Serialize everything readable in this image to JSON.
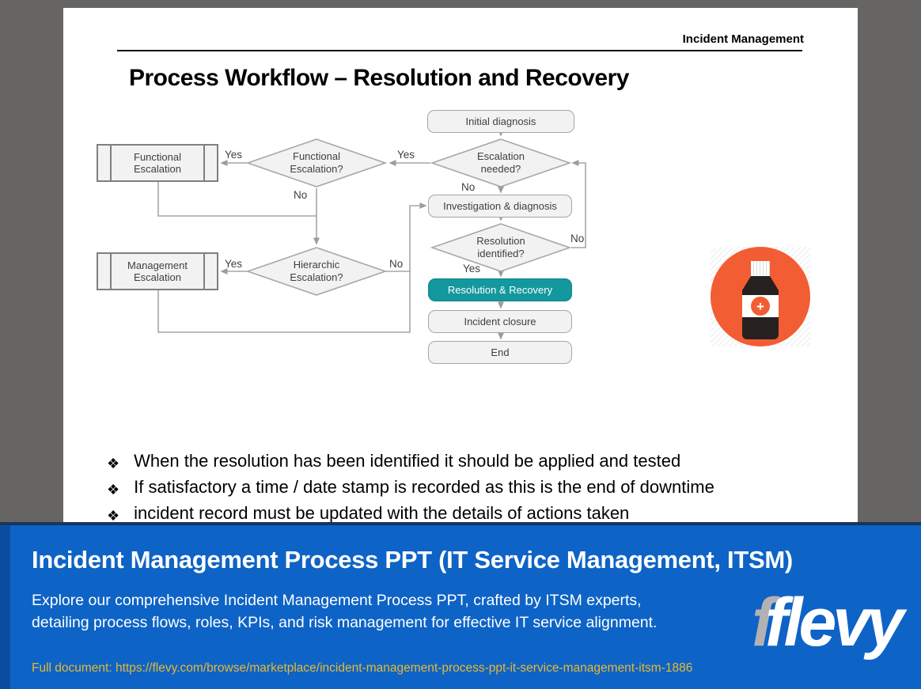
{
  "slide": {
    "header": "Incident Management",
    "title": "Process Workflow – Resolution and Recovery",
    "flow": {
      "initial": "Initial diagnosis",
      "escalation_q": "Escalation\nneeded?",
      "functional_q": "Functional\nEscalation?",
      "functional_esc": "Functional\nEscalation",
      "hierarchic_q": "Hierarchic\nEscalation?",
      "management_esc": "Management\nEscalation",
      "investigation": "Investigation & diagnosis",
      "resolution_q": "Resolution\nidentified?",
      "resolution_recovery": "Resolution & Recovery",
      "incident_closure": "Incident closure",
      "end": "End",
      "labels": {
        "escalation_yes": "Yes",
        "escalation_no": "No",
        "functional_yes": "Yes",
        "functional_no": "No",
        "hierarchic_yes": "Yes",
        "hierarchic_no": "No",
        "resolution_no": "No",
        "resolution_yes": "Yes"
      },
      "colors": {
        "node_fill": "#F2F2F2",
        "node_border": "#A6A6A6",
        "highlight_fill": "#13989D"
      }
    },
    "icon": {
      "name": "medicine-bottle-icon",
      "circle_color": "#F25D33",
      "cross": "+"
    },
    "bullet_marker": "❖",
    "bullets": [
      "When the resolution has been identified it should be applied and tested",
      "If satisfactory a time / date stamp is recorded as this is the end of downtime",
      "incident record must be updated with the details of actions taken"
    ]
  },
  "banner": {
    "title": "Incident Management Process PPT (IT Service Management, ITSM)",
    "description": "Explore our comprehensive Incident Management Process PPT, crafted by ITSM experts, detailing process flows, roles, KPIs, and risk management for effective IT service alignment.",
    "link": "Full document: https://flevy.com/browse/marketplace/incident-management-process-ppt-it-service-management-itsm-1886",
    "logo_text": "flevy",
    "logo_ghost": "f",
    "colors": {
      "background": "#0E63C6",
      "left_strip": "#0A4DA0",
      "top_border": "#17365D",
      "link": "#E7B931"
    }
  }
}
